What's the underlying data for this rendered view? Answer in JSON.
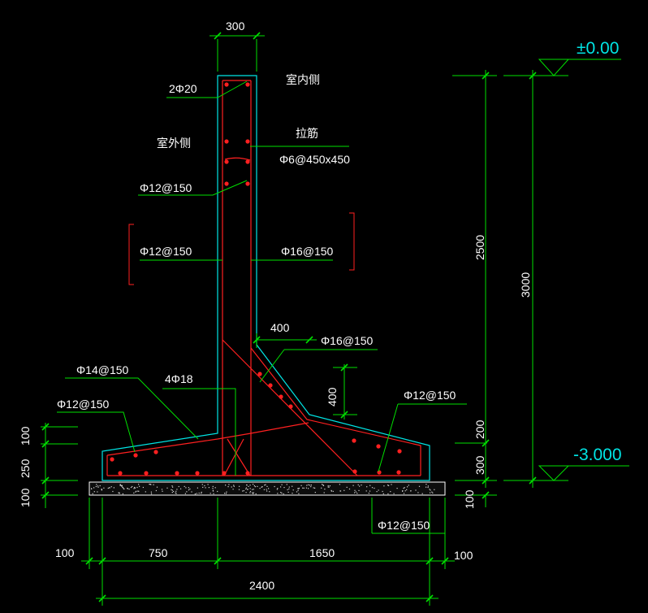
{
  "colors": {
    "background": "#000000",
    "dimension": "#00e000",
    "outline": "#00e5e5",
    "rebar": "#ff2020",
    "text": "#ffffff",
    "elevation": "#00e5e5"
  },
  "dims": {
    "top_width": "300",
    "wall_height": "2500",
    "total_height": "3000",
    "haunch_width": "400",
    "haunch_height": "400",
    "toe_100": "100",
    "slab_250": "250",
    "base_100": "100",
    "right_200": "200",
    "right_300": "300",
    "right_100": "100",
    "left_100": "100",
    "span_750": "750",
    "span_1650": "1650",
    "right_end_100": "100",
    "total_width": "2400"
  },
  "labels": {
    "top_bars": "2Φ20",
    "indoor_side": "室内侧",
    "outdoor_side": "室外侧",
    "tie_bar": "拉筋",
    "tie_spec": "Φ6@450x450",
    "outer_top": "Φ12@150",
    "outer_vertical": "Φ12@150",
    "inner_vertical": "Φ16@150",
    "haunch_bar": "Φ16@150",
    "toe_top": "Φ14@150",
    "four_bars": "4Φ18",
    "toe_bottom": "Φ12@150",
    "heel_top": "Φ12@150",
    "heel_bottom": "Φ12@150"
  },
  "elevations": {
    "top": "±0.00",
    "bottom": "-3.000"
  }
}
